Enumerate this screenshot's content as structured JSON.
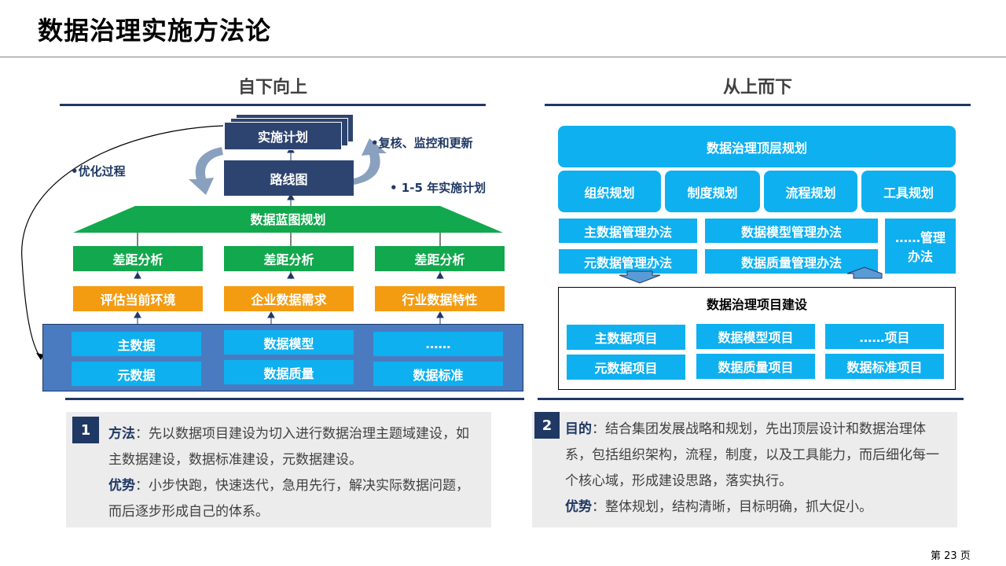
{
  "title": "数据治理实施方法论",
  "left": {
    "heading": "自下向上",
    "plan": "实施计划",
    "roadmap": "路线图",
    "blueprint": "数据蓝图规划",
    "gap": [
      "差距分析",
      "差距分析",
      "差距分析"
    ],
    "assess": [
      "评估当前环境",
      "企业数据需求",
      "行业数据特性"
    ],
    "base": [
      "主数据",
      "数据模型",
      "……",
      "元数据",
      "数据质量",
      "数据标准"
    ],
    "annot_optimize": "•优化过程",
    "annot_review": "•复核、监控和更新",
    "annot_years": "• 1-5 年实施计划"
  },
  "right": {
    "heading": "从上而下",
    "top": "数据治理顶层规划",
    "plans": [
      "组织规划",
      "制度规划",
      "流程规划",
      "工具规划"
    ],
    "methods": [
      "主数据管理办法",
      "数据模型管理办法",
      "元数据管理办法",
      "数据质量管理办法"
    ],
    "mgmt_more": "……管理办法",
    "project_title": "数据治理项目建设",
    "projects": [
      "主数据项目",
      "数据模型项目",
      "……项目",
      "元数据项目",
      "数据质量项目",
      "数据标准项目"
    ]
  },
  "note1": {
    "num": "1",
    "label1": "方法",
    "text1": "：先以数据项目建设为切入进行数据治理主题域建设，如主数据建设，数据标准建设，元数据建设。",
    "label2": "优势",
    "text2": "：小步快跑，快速迭代，急用先行，解决实际数据问题，而后逐步形成自己的体系。"
  },
  "note2": {
    "num": "2",
    "label1": "目的",
    "text1": "：结合集团发展战略和规划，先出顶层设计和数据治理体系，包括组织架构，流程，制度，以及工具能力，而后细化每一个核心域，形成建设思路，落实执行。",
    "label2": "优势",
    "text2": "：整体规划，结构清晰，目标明确，抓大促小。"
  },
  "page_number": "第 23 页",
  "colors": {
    "navy": "#2e4470",
    "green": "#12a84d",
    "orange": "#f39c12",
    "cyan": "#0eb0f0",
    "base_panel": "#4a7bc0",
    "dark_blue": "#1f3864"
  }
}
